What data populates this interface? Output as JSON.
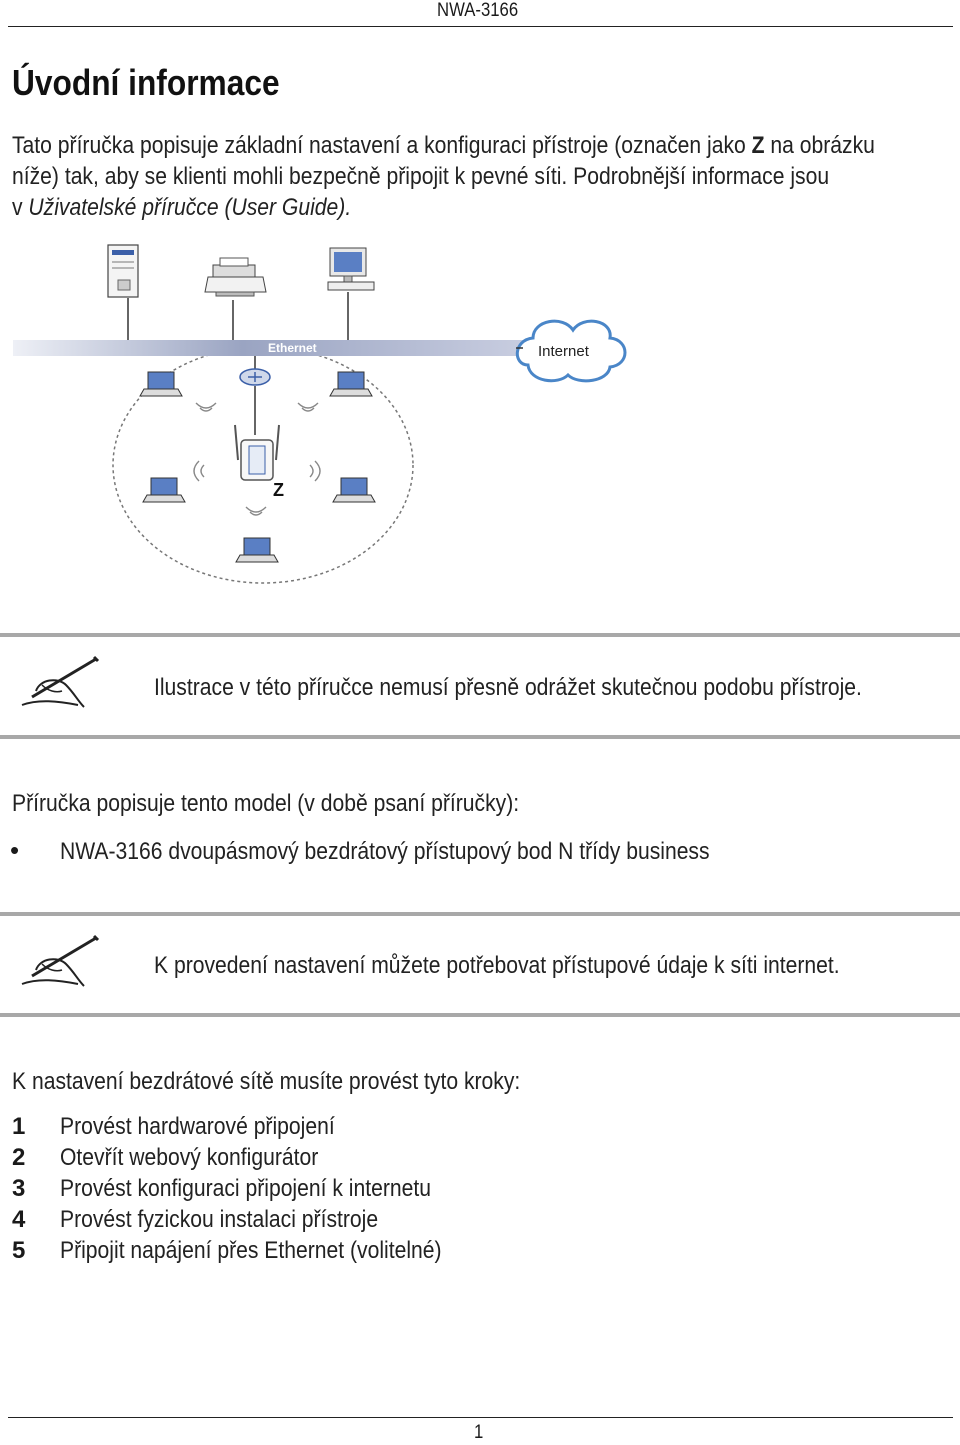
{
  "header": {
    "title": "NWA-3166"
  },
  "page_title": "Úvodní informace",
  "intro": {
    "line1_a": "Tato příručka popisuje základní nastavení a konfiguraci přístroje (označen jako ",
    "line1_z": "Z",
    "line1_b": " na obrázku",
    "line2": "níže) tak, aby se klienti mohli bezpečně připojit k pevné síti. Podrobnější informace jsou",
    "line3_a": "v ",
    "line3_em": "Uživatelské příručce (User Guide)."
  },
  "diagram": {
    "ethernet_label": "Ethernet",
    "internet_label": "Internet",
    "device_label": "Z"
  },
  "note1": {
    "text": "Ilustrace v této příručce nemusí přesně odrážet skutečnou podobu přístroje."
  },
  "models": {
    "intro": "Příručka popisuje tento model (v době psaní příručky):",
    "bullet_symbol": "•",
    "items": [
      "NWA-3166 dvoupásmový bezdrátový přístupový bod N třídy business"
    ]
  },
  "note2": {
    "text": "K provedení nastavení můžete potřebovat přístupové údaje k síti internet."
  },
  "steps": {
    "intro": "K nastavení bezdrátové sítě musíte provést tyto kroky:",
    "items": [
      {
        "num": "1",
        "text": "Provést hardwarové připojení"
      },
      {
        "num": "2",
        "text": "Otevřít webový konfigurátor"
      },
      {
        "num": "3",
        "text": "Provést konfiguraci připojení k internetu"
      },
      {
        "num": "4",
        "text": "Provést fyzickou instalaci přístroje"
      },
      {
        "num": "5",
        "text": "Připojit napájení přes Ethernet (volitelné)"
      }
    ]
  },
  "footer": {
    "page_number": "1"
  }
}
